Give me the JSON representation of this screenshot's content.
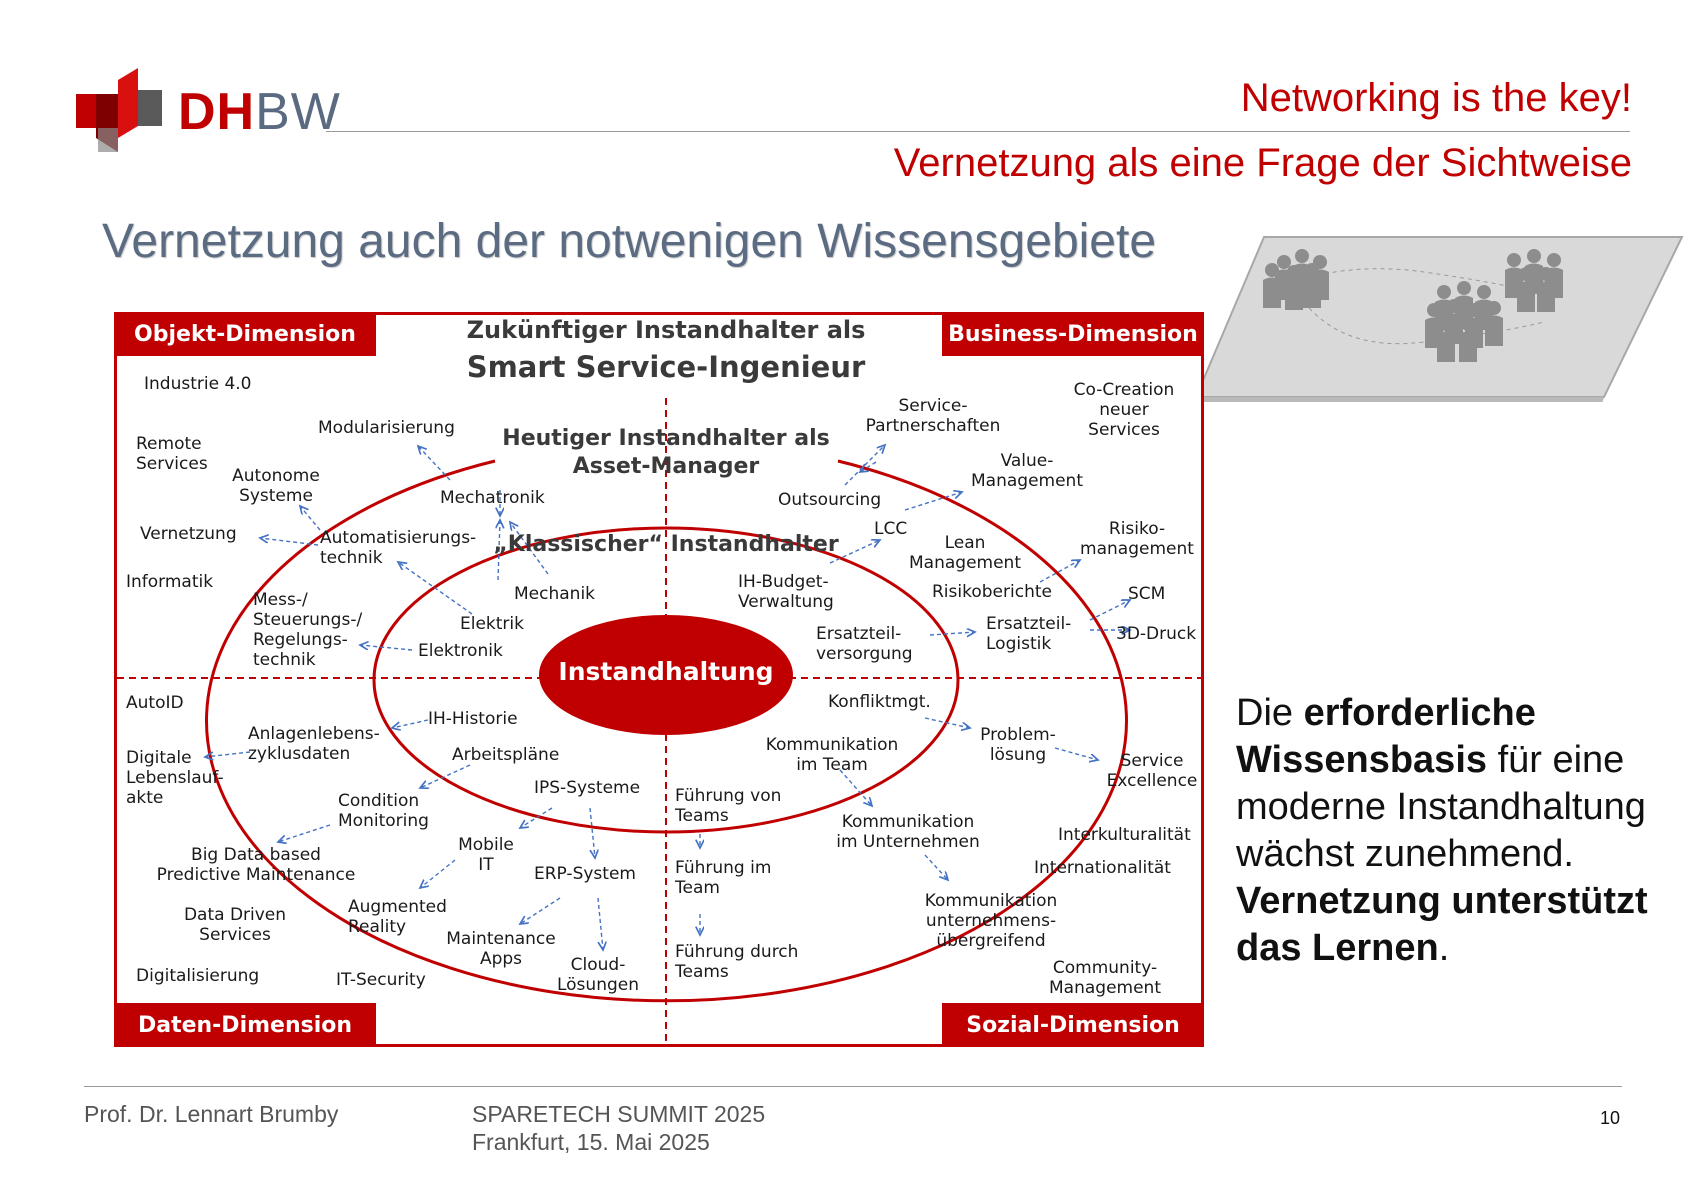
{
  "brand": {
    "logo_d": "DH",
    "logo_rest": "BW",
    "red": "#c00000"
  },
  "header": {
    "title1": "Networking is the key!",
    "title2": "Vernetzung als eine Frage der Sichtweise"
  },
  "slide_title": "Vernetzung auch der notwenigen Wissensgebiete",
  "diagram": {
    "corners": {
      "objekt": "Objekt-Dimension",
      "business": "Business-Dimension",
      "daten": "Daten-Dimension",
      "sozial": "Sozial-Dimension"
    },
    "future_line1": "Zukünftiger Instandhalter als",
    "future_line2": "Smart Service-Ingenieur",
    "today_line1": "Heutiger Instandhalter als",
    "today_line2": "Asset-Manager",
    "classic": "„Klassischer“ Instandhalter",
    "center": "Instandhaltung",
    "labels": {
      "industrie40": "Industrie 4.0",
      "remote": "Remote\nServices",
      "modular": "Modularisierung",
      "autonome": "Autonome\nSysteme",
      "mechatronik": "Mechatronik",
      "vernetzung": "Vernetzung",
      "automatisierung": "Automatisierungs-\ntechnik",
      "informatik": "Informatik",
      "mess": "Mess-/\nSteuerungs-/\nRegelungs-\ntechnik",
      "mechanik": "Mechanik",
      "elektrik": "Elektrik",
      "elektronik": "Elektronik",
      "service_partner": "Service-\nPartnerschaften",
      "cocreation": "Co-Creation\nneuer\nServices",
      "value": "Value-\nManagement",
      "outsourcing": "Outsourcing",
      "lcc": "LCC",
      "lean": "Lean\nManagement",
      "risiko": "Risiko-\nmanagement",
      "ihbudget": "IH-Budget-\nVerwaltung",
      "risikoberichte": "Risikoberichte",
      "scm": "SCM",
      "ersatzteil_v": "Ersatzteil-\nversorgung",
      "ersatzteil_l": "Ersatzteil-\nLogistik",
      "druck3d": "3D-Druck",
      "autoid": "AutoID",
      "ihhistorie": "IH-Historie",
      "anlagen": "Anlagenlebens-\nzyklusdaten",
      "digitale": "Digitale\nLebenslauf-\nakte",
      "arbeitsplaene": "Arbeitspläne",
      "ips": "IPS-Systeme",
      "condition": "Condition\nMonitoring",
      "bigdata": "Big Data based\nPredictive Maintenance",
      "mobile": "Mobile\nIT",
      "erp": "ERP-System",
      "augmented": "Augmented\nReality",
      "datadriven": "Data Driven\nServices",
      "maintenance": "Maintenance\nApps",
      "cloud": "Cloud-\nLösungen",
      "digitalisierung": "Digitalisierung",
      "itsecurity": "IT-Security",
      "konflikt": "Konfliktmgt.",
      "problem": "Problem-\nlösung",
      "komm_team": "Kommunikation\nim Team",
      "service_exc": "Service\nExcellence",
      "fuehrung_von": "Führung von\nTeams",
      "komm_unt": "Kommunikation\nim Unternehmen",
      "interkult": "Interkulturalität",
      "international": "Internationalität",
      "fuehrung_im": "Führung im\nTeam",
      "komm_ueber": "Kommunikation\nunternehmens-\nübergreifend",
      "fuehrung_durch": "Führung durch\nTeams",
      "community": "Community-\nManagement"
    }
  },
  "side_text": {
    "p1": "Die ",
    "b1": "erforderliche Wissensbasis",
    "p2": " für eine moderne Instandhaltung wächst zunehmend. ",
    "b2": "Vernetzung unterstützt das Lernen",
    "p3": "."
  },
  "footer": {
    "author": "Prof. Dr. Lennart Brumby",
    "event": "SPARETECH SUMMIT 2025",
    "place_date": "Frankfurt, 15. Mai 2025",
    "page": "10"
  }
}
